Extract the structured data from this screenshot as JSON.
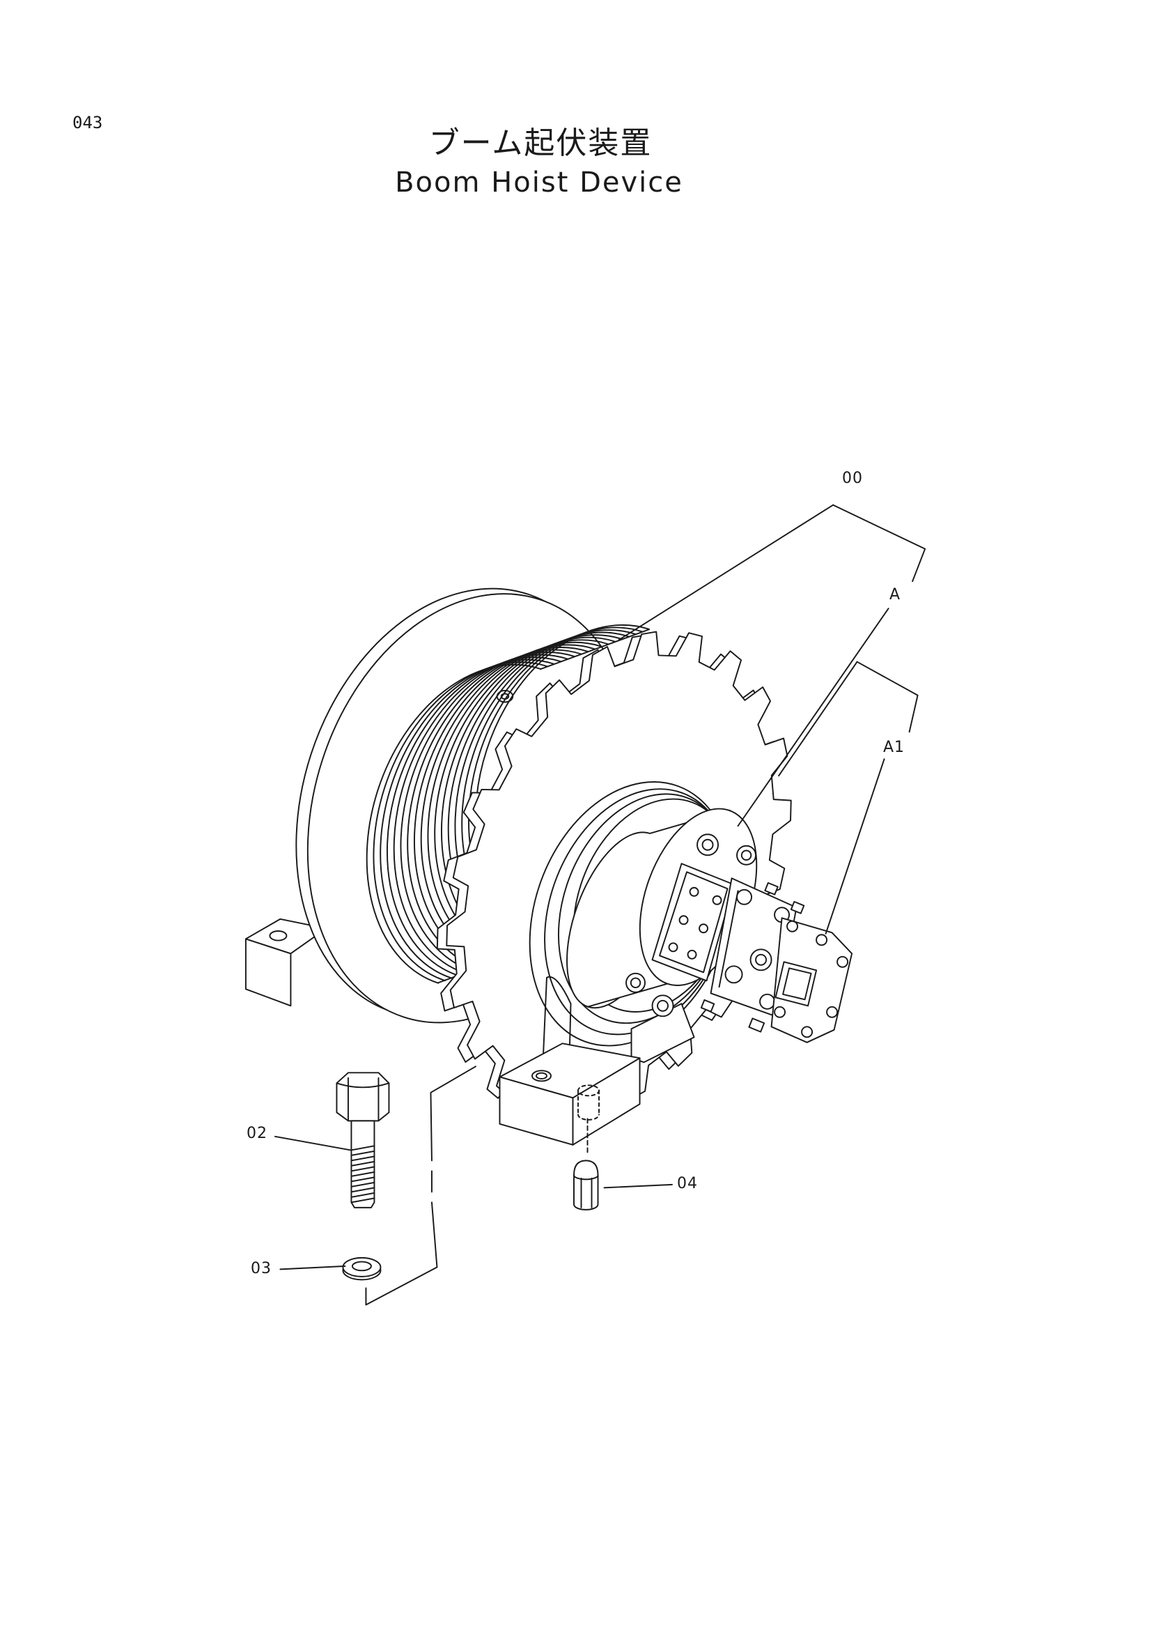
{
  "page": {
    "number": "043",
    "title_ja": "ブーム起伏装置",
    "title_en": "Boom Hoist Device"
  },
  "callouts": {
    "assembly": "00",
    "group_a": "A",
    "group_a1": "A1",
    "bolt": "02",
    "washer": "03",
    "pin": "04"
  },
  "colors": {
    "ink": "#1a1a1a",
    "paper": "#ffffff"
  }
}
